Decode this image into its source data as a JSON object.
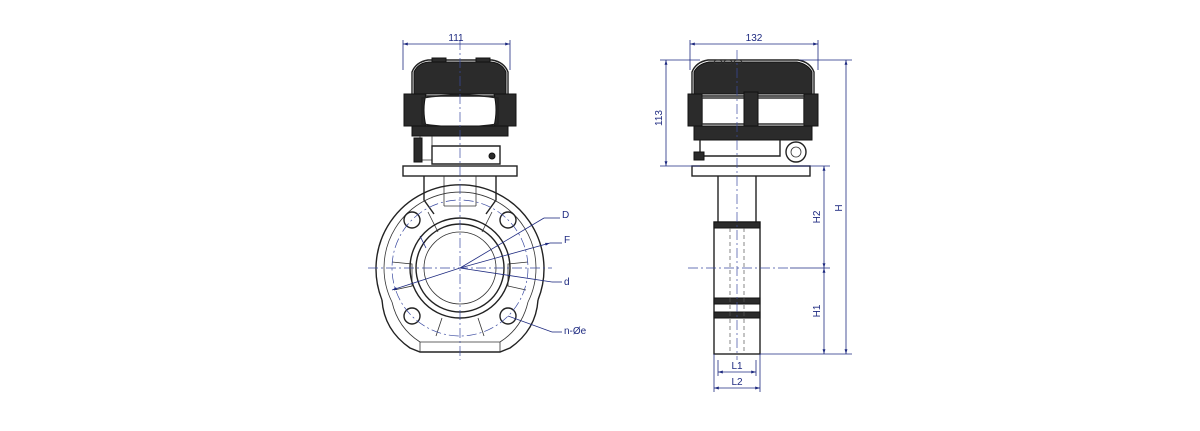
{
  "front_view": {
    "width_label": "111",
    "callouts": {
      "outer_diameter": "D",
      "bolt_circle": "F",
      "bore": "d",
      "bolt_holes": "n-Øe"
    }
  },
  "side_view": {
    "width_label": "132",
    "actuator_height_label": "113",
    "total_height_label": "H",
    "upper_height_label": "H2",
    "lower_height_label": "H1",
    "face_length_inner_label": "L1",
    "face_length_outer_label": "L2"
  },
  "colors": {
    "dimension": "#1e2a80",
    "outline": "#222222",
    "actuator": "#2b2b2b"
  }
}
